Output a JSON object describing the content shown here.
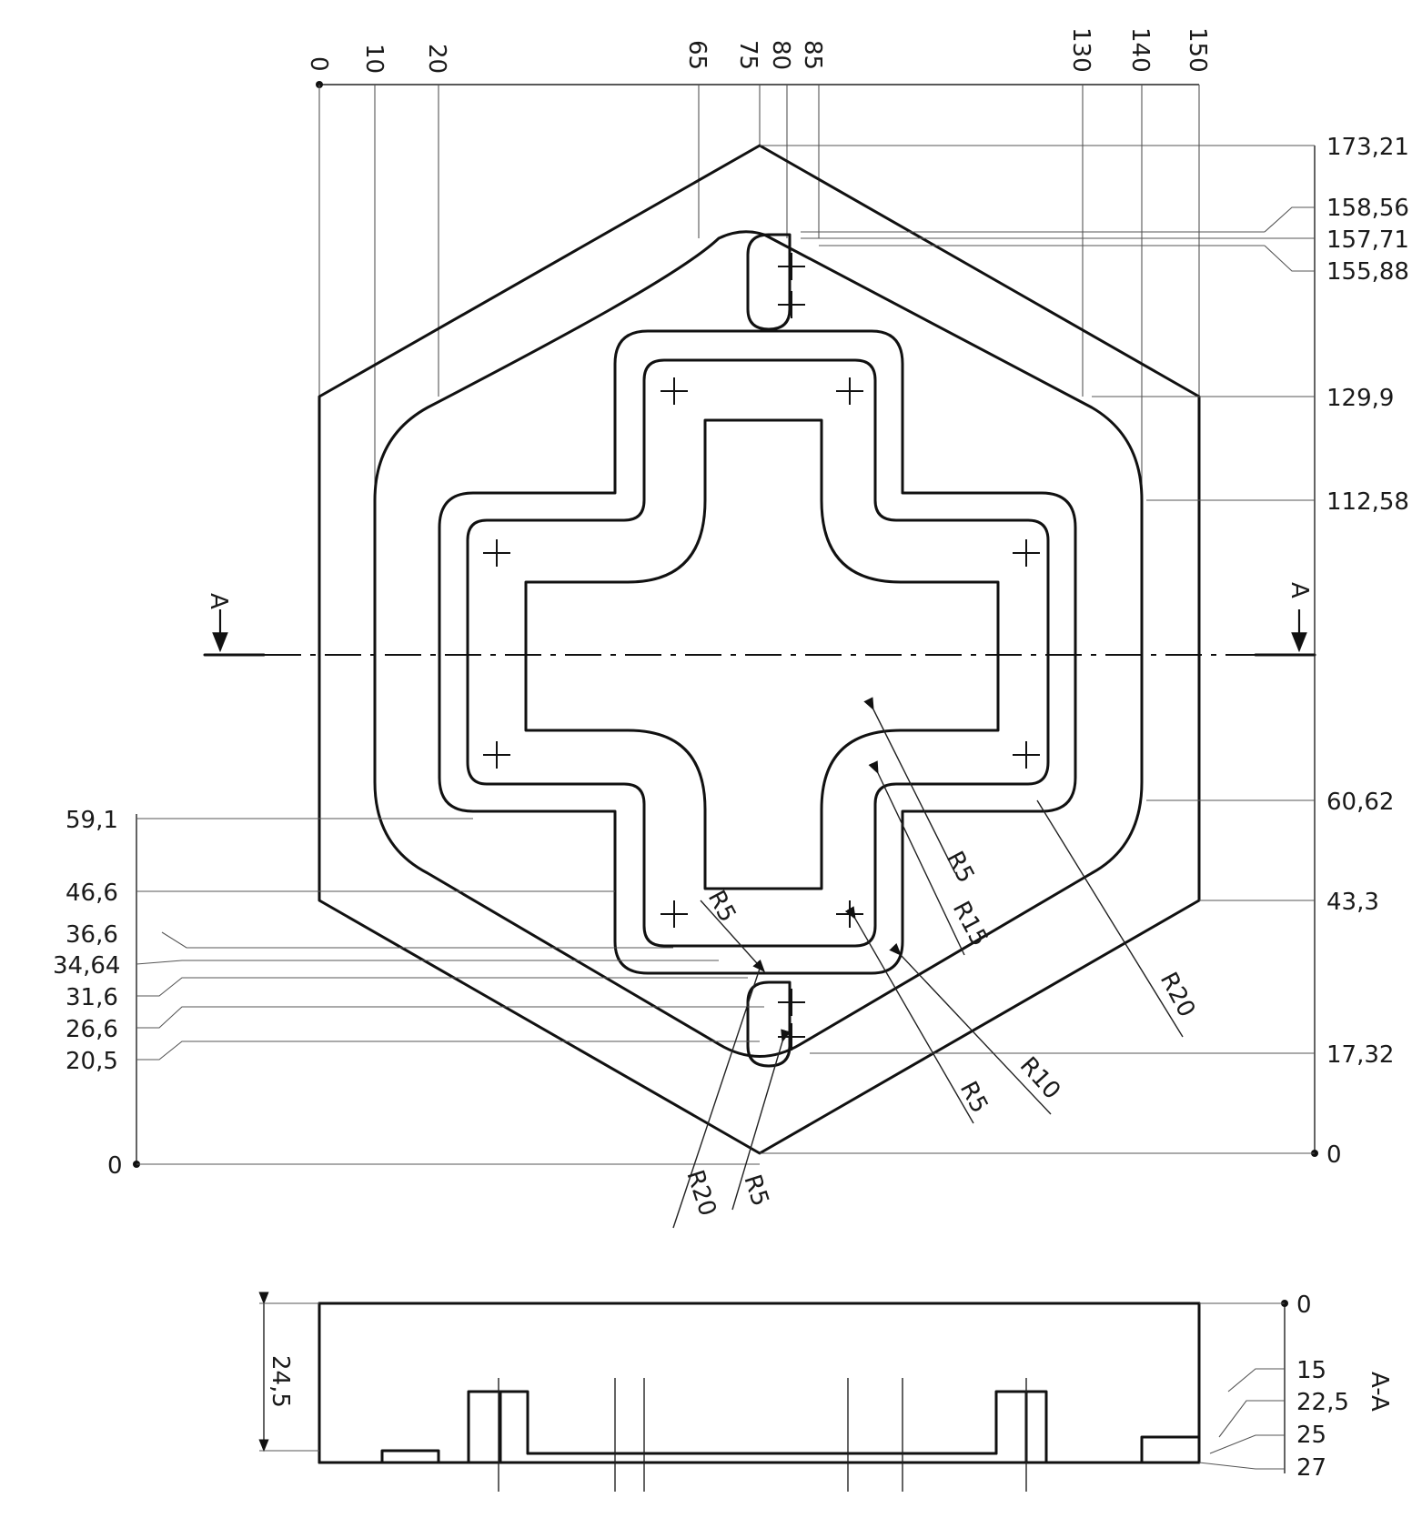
{
  "top_dimensions": [
    "0",
    "10",
    "20",
    "65",
    "75",
    "80",
    "85",
    "130",
    "140",
    "150"
  ],
  "right_dimensions": [
    "173,21",
    "158,56",
    "157,71",
    "155,88",
    "129,9",
    "112,58",
    "60,62",
    "43,3",
    "17,32",
    "0"
  ],
  "left_dimensions": [
    "59,1",
    "46,6",
    "36,6",
    "34,64",
    "31,6",
    "26,6",
    "20,5",
    "0"
  ],
  "radius_labels": {
    "r_a": "R5",
    "r_b": "R15",
    "r_c": "R20",
    "r_d": "R5",
    "r_e": "R10",
    "r_f": "R5",
    "r_g": "R20",
    "r_h": "R5"
  },
  "section": {
    "marker_left": "A",
    "marker_right": "A",
    "view_label": "A-A",
    "thickness_label": "24,5",
    "depth_labels": [
      "0",
      "15",
      "22,5",
      "25",
      "27"
    ]
  }
}
